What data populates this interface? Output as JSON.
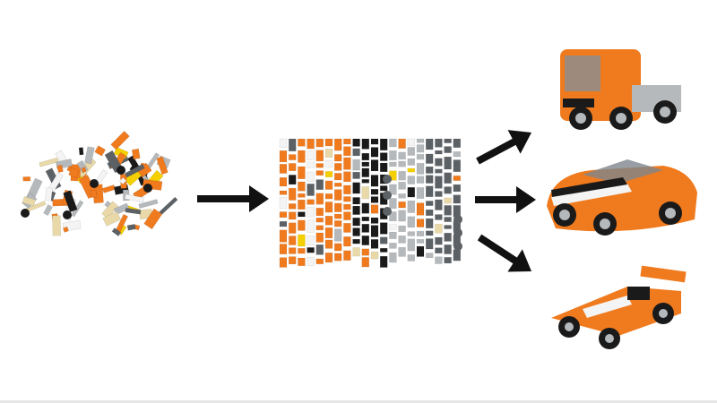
{
  "colors": {
    "orange": "#f07a1e",
    "black": "#1a1a1a",
    "light_gray": "#b5b9bc",
    "dark_gray": "#5c6166",
    "white": "#f4f4f4",
    "tan": "#e9d9a8",
    "yellow": "#f5d000",
    "red": "#cc2222",
    "arrow": "#111111"
  },
  "stages": [
    {
      "name": "loose-pieces"
    },
    {
      "name": "sorted-pieces"
    },
    {
      "name": "built-models",
      "models": [
        "truck",
        "sports-car",
        "race-car"
      ]
    }
  ]
}
